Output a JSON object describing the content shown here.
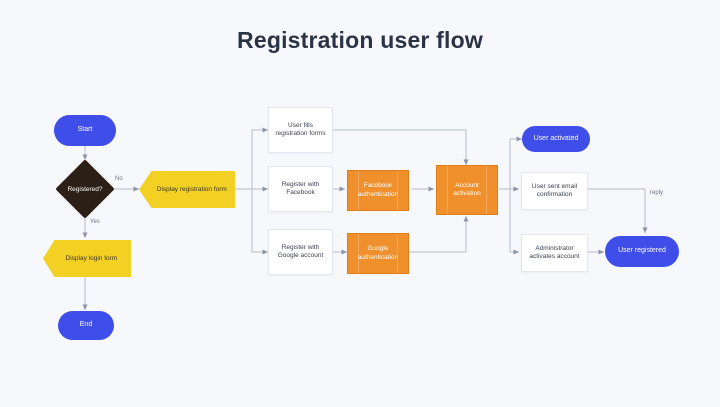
{
  "page": {
    "title": "Registration user flow",
    "background_color": "#f7f8fc",
    "title_color": "#2b3445"
  },
  "palette": {
    "terminator_blue": "#3f4ee8",
    "decision_dark": "#2b1f16",
    "display_yellow": "#f2d024",
    "auth_orange": "#f0902c",
    "process_white": "#ffffff",
    "connector_gray": "#9aa2b1"
  },
  "diagram": {
    "type": "flowchart",
    "nodes": [
      {
        "id": "start",
        "label": "Start",
        "shape": "terminator",
        "color": "#3f4ee8"
      },
      {
        "id": "registered",
        "label": "Registered?",
        "shape": "decision",
        "color": "#2b1f16"
      },
      {
        "id": "display-reg",
        "label": "Display registration form",
        "shape": "arrow-box",
        "color": "#f2d024"
      },
      {
        "id": "display-login",
        "label": "Display login form",
        "shape": "arrow-box",
        "color": "#f2d024"
      },
      {
        "id": "end",
        "label": "End",
        "shape": "terminator",
        "color": "#3f4ee8"
      },
      {
        "id": "fills-forms",
        "label_lines": [
          "User fills",
          "registration forms"
        ],
        "shape": "process",
        "color": "#ffffff"
      },
      {
        "id": "reg-facebook",
        "label_lines": [
          "Register with",
          "Facebook"
        ],
        "shape": "process",
        "color": "#ffffff"
      },
      {
        "id": "reg-google",
        "label_lines": [
          "Register with",
          "Google account"
        ],
        "shape": "process",
        "color": "#ffffff"
      },
      {
        "id": "fb-auth",
        "label_lines": [
          "Facebook",
          "authentication"
        ],
        "shape": "process",
        "color": "#f0902c"
      },
      {
        "id": "google-auth",
        "label_lines": [
          "Google",
          "authentication"
        ],
        "shape": "process",
        "color": "#f0902c"
      },
      {
        "id": "account-activation",
        "label_lines": [
          "Account",
          "activation"
        ],
        "shape": "process",
        "color": "#f0902c"
      },
      {
        "id": "user-activated",
        "label": "User activated",
        "shape": "terminator",
        "color": "#3f4ee8"
      },
      {
        "id": "user-sent-email",
        "label_lines": [
          "User sent email",
          "confirmation"
        ],
        "shape": "process",
        "color": "#ffffff"
      },
      {
        "id": "admin-activates",
        "label_lines": [
          "Administrator",
          "activates account"
        ],
        "shape": "process",
        "color": "#ffffff"
      },
      {
        "id": "user-registered",
        "label": "User registered",
        "shape": "terminator",
        "color": "#3f4ee8"
      }
    ],
    "edge_labels": {
      "no": "No",
      "yes": "Yes",
      "reply": "reply"
    }
  }
}
